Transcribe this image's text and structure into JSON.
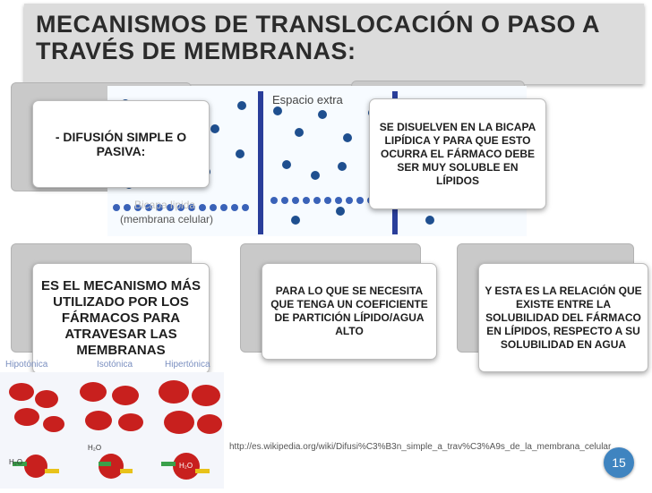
{
  "title": "MECANISMOS DE TRANSLOCACIÓN O PASO A TRAVÉS DE MEMBRANAS:",
  "diagram": {
    "espacio_label": "Espacio extra",
    "bicapa_label": "Bicapa lipida",
    "membrana_label": "(membrana celular)"
  },
  "boxes": {
    "difusion": "- DIFUSIÓN SIMPLE O PASIVA:",
    "disuelven": "SE DISUELVEN EN LA BICAPA LIPÍDICA Y PARA QUE ESTO OCURRA EL FÁRMACO DEBE SER MUY SOLUBLE EN LÍPIDOS",
    "mecanismo": "ES EL MECANISMO MÁS UTILIZADO POR LOS FÁRMACOS PARA ATRAVESAR LAS MEMBRANAS",
    "coeficiente": "PARA LO QUE SE NECESITA QUE TENGA UN COEFICIENTE DE PARTICIÓN LÍPIDO/AGUA ALTO",
    "relacion": "Y ESTA ES LA RELACIÓN QUE EXISTE ENTRE LA SOLUBILIDAD DEL FÁRMACO EN LÍPIDOS, RESPECTO A SU SOLUBILIDAD EN AGUA"
  },
  "cells": {
    "labels": [
      "Hipotónica",
      "Isotónica",
      "Hipertónica"
    ],
    "water": "H₂O"
  },
  "source_url": "http://es.wikipedia.org/wiki/Difusi%C3%B3n_simple_a_trav%C3%A9s_de_la_membrana_celular",
  "page_number": "15",
  "colors": {
    "accent_blue": "#3f84c0",
    "membrane_blue": "#2a3e9a",
    "cell_red": "#c8201e"
  }
}
